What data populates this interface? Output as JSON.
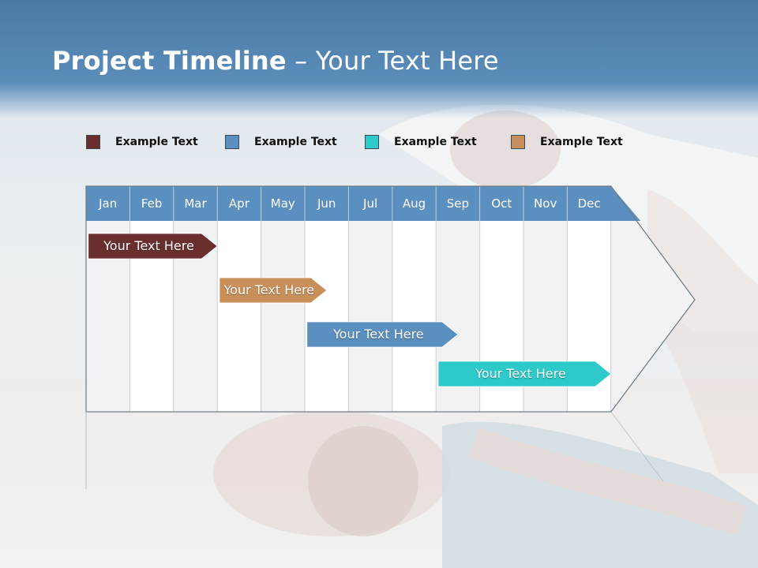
{
  "slide": {
    "title_bold": "Project Timeline",
    "title_rest": " – Your Text Here"
  },
  "legend": [
    {
      "label": "Example Text",
      "color": "#6b2e2e"
    },
    {
      "label": "Example Text",
      "color": "#5b8fc0"
    },
    {
      "label": "Example Text",
      "color": "#2ec9c9"
    },
    {
      "label": "Example Text",
      "color": "#c98f5a"
    }
  ],
  "timeline": {
    "months": [
      "Jan",
      "Feb",
      "Mar",
      "Apr",
      "May",
      "Jun",
      "Jul",
      "Aug",
      "Sep",
      "Oct",
      "Nov",
      "Dec"
    ],
    "header_color": "#5b8fc0",
    "bars": [
      {
        "label": "Your  Text Here",
        "start_month": 0.05,
        "end_month": 3.0,
        "color": "#6b2e2e"
      },
      {
        "label": "Your  Text Here",
        "start_month": 3.05,
        "end_month": 5.5,
        "color": "#c98f5a"
      },
      {
        "label": "Your  Text Here",
        "start_month": 5.05,
        "end_month": 8.5,
        "color": "#5b8fc0"
      },
      {
        "label": "Your  Text Here",
        "start_month": 8.05,
        "end_month": 12.0,
        "color": "#2ec9c9"
      }
    ]
  }
}
